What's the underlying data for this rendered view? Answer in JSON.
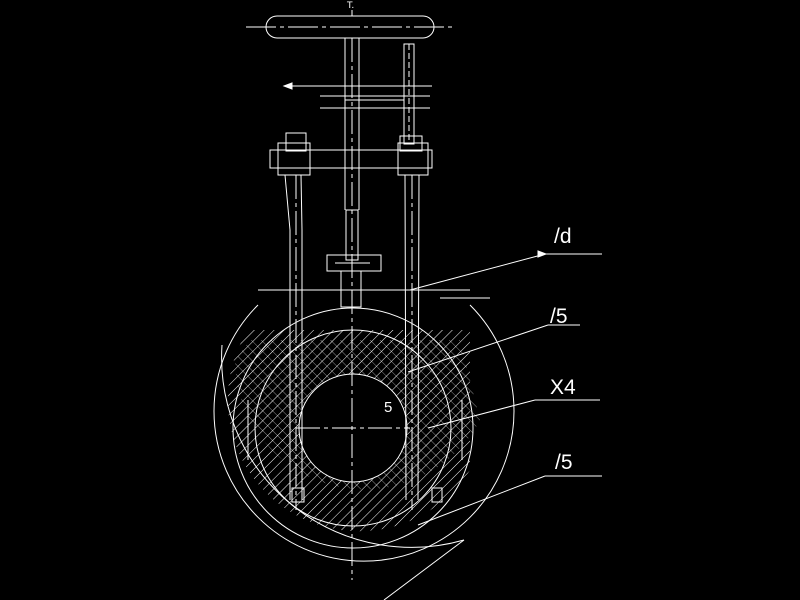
{
  "drawing": {
    "background": "#000000",
    "line_color": "#ffffff",
    "callouts": [
      {
        "id": "d",
        "text": "/d"
      },
      {
        "id": "5a",
        "text": "/5"
      },
      {
        "id": "x4",
        "text": "X4"
      },
      {
        "id": "5b",
        "text": "/5"
      }
    ],
    "marks": {
      "top": "T.",
      "center": "5"
    }
  }
}
